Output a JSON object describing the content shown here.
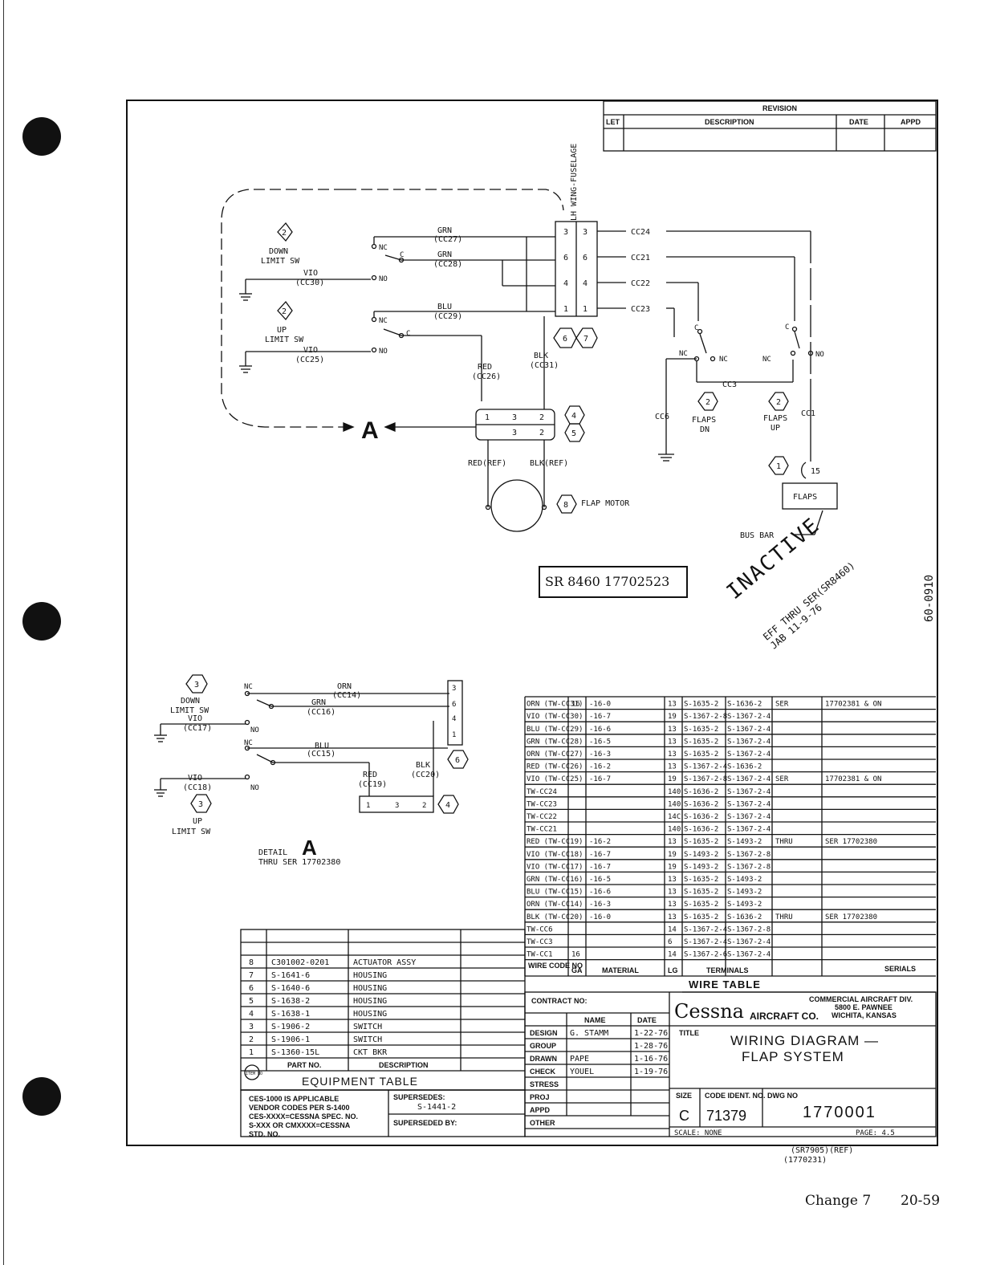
{
  "revision_block": {
    "title": "REVISION",
    "col_let": "LET",
    "col_desc": "DESCRIPTION",
    "col_date": "DATE",
    "col_appd": "APPD"
  },
  "connector_label": "LH WING-FUSELAGE",
  "main": {
    "down_sw": {
      "num": "2",
      "line1": "DOWN",
      "line2": "LIMIT SW",
      "nc": "NC",
      "c": "C",
      "no": "NO"
    },
    "up_sw": {
      "num": "2",
      "line1": "UP",
      "line2": "LIMIT SW",
      "nc": "NC",
      "c": "C",
      "no": "NO"
    },
    "wires": {
      "grn27": [
        "GRN",
        "(CC27)"
      ],
      "grn28": [
        "GRN",
        "(CC28)"
      ],
      "vio30": [
        "VIO",
        "(CC30)"
      ],
      "blu29": [
        "BLU",
        "(CC29)"
      ],
      "vio25": [
        "VIO",
        "(CC25)"
      ],
      "red26": [
        "RED",
        "(CC26)"
      ],
      "blk31": [
        "BLK",
        "(CC31)"
      ]
    },
    "pins": [
      "3",
      "6",
      "4",
      "1"
    ],
    "cc_labels": [
      "CC24",
      "CC21",
      "CC22",
      "CC23"
    ],
    "item_6": "6",
    "item_7": "7",
    "item_4": "4",
    "item_5": "5",
    "plug_pins": [
      "1",
      "3",
      "2"
    ],
    "arrow_a": "A",
    "motor": {
      "red_ref": "RED(REF)",
      "blk_ref": "BLK(REF)",
      "num": "8",
      "label": "FLAP MOTOR"
    },
    "flaps_dn": {
      "num": "2",
      "l1": "FLAPS",
      "l2": "DN",
      "nc": "NC",
      "c": "C",
      "no": "NC"
    },
    "flaps_up": {
      "num": "2",
      "l1": "FLAPS",
      "l2": "UP",
      "nc": "NC",
      "c": "C",
      "no": "NO"
    },
    "cc3": "CC3",
    "cc6": "CC6",
    "cc1": "CC1",
    "breaker": {
      "num": "1",
      "value": "15",
      "label": "FLAPS",
      "bus": "BUS BAR"
    }
  },
  "sr_box": "SR 8460 17702523",
  "stamp": {
    "line1": "INACTIVE",
    "line2": "EFF THRU SER(SR8460)",
    "line3": "JAB 11-9-76"
  },
  "vertical_note": "60-0910",
  "detail": {
    "down_sw": {
      "num": "3",
      "line1": "DOWN",
      "line2": "LIMIT SW"
    },
    "up_sw": {
      "num": "3",
      "line1": "UP",
      "line2": "LIMIT SW"
    },
    "nc": "NC",
    "no": "NO",
    "orn14": [
      "ORN",
      "(CC14)"
    ],
    "grn16": [
      "GRN",
      "(CC16)"
    ],
    "vio17": [
      "VIO",
      "(CC17)"
    ],
    "blu15": [
      "BLU",
      "(CC15)"
    ],
    "vio18": [
      "VIO",
      "(CC18)"
    ],
    "red19": [
      "RED",
      "(CC19)"
    ],
    "blk20": [
      "BLK",
      "(CC20)"
    ],
    "pins": [
      "3",
      "6",
      "4",
      "1"
    ],
    "item_6": "6",
    "item_4": "4",
    "plug_pins": [
      "1",
      "3",
      "2"
    ],
    "title1": "DETAIL",
    "title2": "A",
    "title3": "THRU SER 17702380"
  },
  "wire_table": {
    "rows": [
      [
        "ORN (TW-CC31)",
        "16",
        "-16-0",
        "13",
        "S-1635-2",
        "S-1636-2",
        "SER",
        "17702381 & ON"
      ],
      [
        "VIO (TW-CC30)",
        "",
        "-16-7",
        "19",
        "S-1367-2-8",
        "S-1367-2-4",
        "",
        ""
      ],
      [
        "BLU (TW-CC29)",
        "",
        "-16-6",
        "13",
        "S-1635-2",
        "S-1367-2-4",
        "",
        ""
      ],
      [
        "GRN (TW-CC28)",
        "",
        "-16-5",
        "13",
        "S-1635-2",
        "S-1367-2-4",
        "",
        ""
      ],
      [
        "ORN (TW-CC27)",
        "",
        "-16-3",
        "13",
        "S-1635-2",
        "S-1367-2-4",
        "",
        ""
      ],
      [
        "RED (TW-CC26)",
        "",
        "-16-2",
        "13",
        "S-1367-2-4",
        "S-1636-2",
        "",
        ""
      ],
      [
        "VIO (TW-CC25)",
        "",
        "-16-7",
        "19",
        "S-1367-2-8",
        "S-1367-2-4",
        "SER",
        "17702381 & ON"
      ],
      [
        "TW-CC24",
        "",
        "",
        "140",
        "S-1636-2",
        "S-1367-2-4",
        "",
        ""
      ],
      [
        "TW-CC23",
        "",
        "",
        "140",
        "S-1636-2",
        "S-1367-2-4",
        "",
        ""
      ],
      [
        "TW-CC22",
        "",
        "",
        "14C",
        "S-1636-2",
        "S-1367-2-4",
        "",
        ""
      ],
      [
        "TW-CC21",
        "",
        "",
        "140",
        "S-1636-2",
        "S-1367-2-4",
        "",
        ""
      ],
      [
        "RED (TW-CC19)",
        "",
        "-16-2",
        "13",
        "S-1635-2",
        "S-1493-2",
        "THRU",
        "SER 17702380"
      ],
      [
        "VIO (TW-CC18)",
        "",
        "-16-7",
        "19",
        "S-1493-2",
        "S-1367-2-8",
        "",
        ""
      ],
      [
        "VIO (TW-CC17)",
        "",
        "-16-7",
        "19",
        "S-1493-2",
        "S-1367-2-8",
        "",
        ""
      ],
      [
        "GRN (TW-CC16)",
        "",
        "-16-5",
        "13",
        "S-1635-2",
        "S-1493-2",
        "",
        ""
      ],
      [
        "BLU (TW-CC15)",
        "",
        "-16-6",
        "13",
        "S-1635-2",
        "S-1493-2",
        "",
        ""
      ],
      [
        "ORN (TW-CC14)",
        "",
        "-16-3",
        "13",
        "S-1635-2",
        "S-1493-2",
        "",
        ""
      ],
      [
        "BLK (TW-CC20)",
        "",
        "-16-0",
        "13",
        "S-1635-2",
        "S-1636-2",
        "THRU",
        "SER 17702380"
      ],
      [
        "TW-CC6",
        "",
        "",
        "14",
        "S-1367-2-4",
        "S-1367-2-8",
        "",
        ""
      ],
      [
        "TW-CC3",
        "",
        "",
        "6",
        "S-1367-2-4",
        "S-1367-2-4",
        "",
        ""
      ],
      [
        "TW-CC1",
        "16",
        "",
        "14",
        "S-1367-2-6",
        "S-1367-2-4",
        "",
        ""
      ]
    ],
    "header": {
      "wire": "WIRE CODE NO",
      "ga": "GA",
      "material": "MATERIAL",
      "lg": "LG",
      "terminals": "TERMINALS",
      "serials": "SERIALS"
    },
    "title": "WIRE TABLE"
  },
  "equipment_table": {
    "rows": [
      [
        "8",
        "C301002-0201",
        "ACTUATOR ASSY"
      ],
      [
        "7",
        "S-1641-6",
        "HOUSING"
      ],
      [
        "6",
        "S-1640-6",
        "HOUSING"
      ],
      [
        "5",
        "S-1638-2",
        "HOUSING"
      ],
      [
        "4",
        "S-1638-1",
        "HOUSING"
      ],
      [
        "3",
        "S-1906-2",
        "SWITCH"
      ],
      [
        "2",
        "S-1906-1",
        "SWITCH"
      ],
      [
        "1",
        "S-1360-15L",
        "CKT BKR"
      ]
    ],
    "col_item": "ITEM NO",
    "col_part": "PART NO.",
    "col_desc": "DESCRIPTION",
    "title": "EQUIPMENT TABLE"
  },
  "notes": {
    "ces": [
      "CES-1000 IS APPLICABLE",
      "VENDOR CODES PER S-1400",
      "CES-XXXX=CESSNA SPEC. NO.",
      "S-XXX OR CMXXXX=CESSNA",
      "STD. NO."
    ],
    "supersedes": "SUPERSEDES:",
    "supersedes_val": "S-1441-2",
    "superseded_by": "SUPERSEDED BY:"
  },
  "title_block": {
    "contract": "CONTRACT NO:",
    "col_name": "NAME",
    "col_date": "DATE",
    "rows": [
      [
        "DESIGN",
        "G. STAMM",
        "1-22-76"
      ],
      [
        "GROUP",
        "",
        "1-28-76"
      ],
      [
        "DRAWN",
        "PAPE",
        "1-16-76"
      ],
      [
        "CHECK",
        "YOUEL",
        "1-19-76"
      ],
      [
        "STRESS",
        "",
        ""
      ],
      [
        "PROJ",
        "",
        ""
      ],
      [
        "APPD",
        "",
        ""
      ],
      [
        "OTHER",
        "",
        ""
      ]
    ],
    "logo": "Cessna",
    "aircraft": "AIRCRAFT CO.",
    "division": [
      "COMMERCIAL AIRCRAFT DIV.",
      "5800 E. PAWNEE",
      "WICHITA, KANSAS"
    ],
    "title_label": "TITLE",
    "title1": "WIRING DIAGRAM —",
    "title2": "FLAP SYSTEM",
    "size_label": "SIZE",
    "size": "C",
    "code_label": "CODE IDENT. NO.",
    "code": "71379",
    "dwg_label": "DWG NO",
    "dwg": "1770001",
    "scale": "SCALE: NONE",
    "page": "PAGE: 4.5",
    "ref1": "(SR7905)(REF)",
    "ref2": "(1770231)"
  },
  "footer": {
    "change": "Change 7",
    "page": "20-59"
  }
}
